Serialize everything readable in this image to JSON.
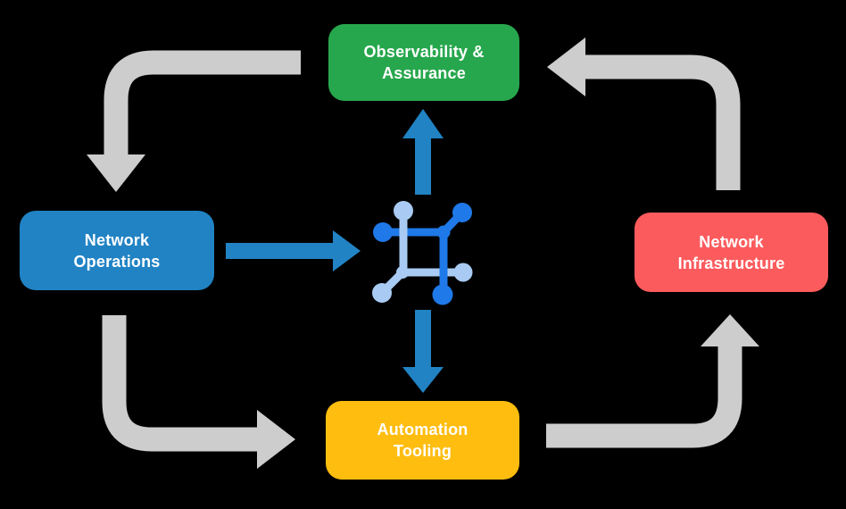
{
  "canvas": {
    "background_color": "#000000"
  },
  "diagram": {
    "type": "cycle-flow-diagram",
    "colors": {
      "arrow_gray": "#CDCDCD",
      "arrow_blue": "#2183C4",
      "node_text": "#FFFFFF"
    },
    "nodes": [
      {
        "id": "observability-assurance",
        "label": "Observability & Assurance",
        "lines": [
          "Observability &",
          "Assurance"
        ],
        "color": "#27A74D"
      },
      {
        "id": "network-operations",
        "label": "Network Operations",
        "lines": [
          "Network",
          "Operations"
        ],
        "color": "#2183C4"
      },
      {
        "id": "network-infrastructure",
        "label": "Network Infrastructure",
        "lines": [
          "Network",
          "Infrastructure"
        ],
        "color": "#FC5B5D"
      },
      {
        "id": "automation-tooling",
        "label": "Automation Tooling",
        "lines": [
          "Automation",
          "Tooling"
        ],
        "color": "#FFBD10"
      }
    ],
    "center_icon": {
      "name": "network-platform-icon",
      "color_primary": "#1F79E8",
      "color_secondary": "#A9CBF3"
    },
    "cycle_arrows": [
      {
        "from": "Observability & Assurance",
        "to": "Network Operations"
      },
      {
        "from": "Network Operations",
        "to": "Automation Tooling"
      },
      {
        "from": "Automation Tooling",
        "to": "Network Infrastructure"
      },
      {
        "from": "Network Infrastructure",
        "to": "Observability & Assurance"
      }
    ],
    "center_arrows": [
      {
        "from": "Network Operations",
        "to": "center-icon"
      },
      {
        "from": "center-icon",
        "to": "Observability & Assurance"
      },
      {
        "from": "center-icon",
        "to": "Automation Tooling"
      }
    ]
  }
}
